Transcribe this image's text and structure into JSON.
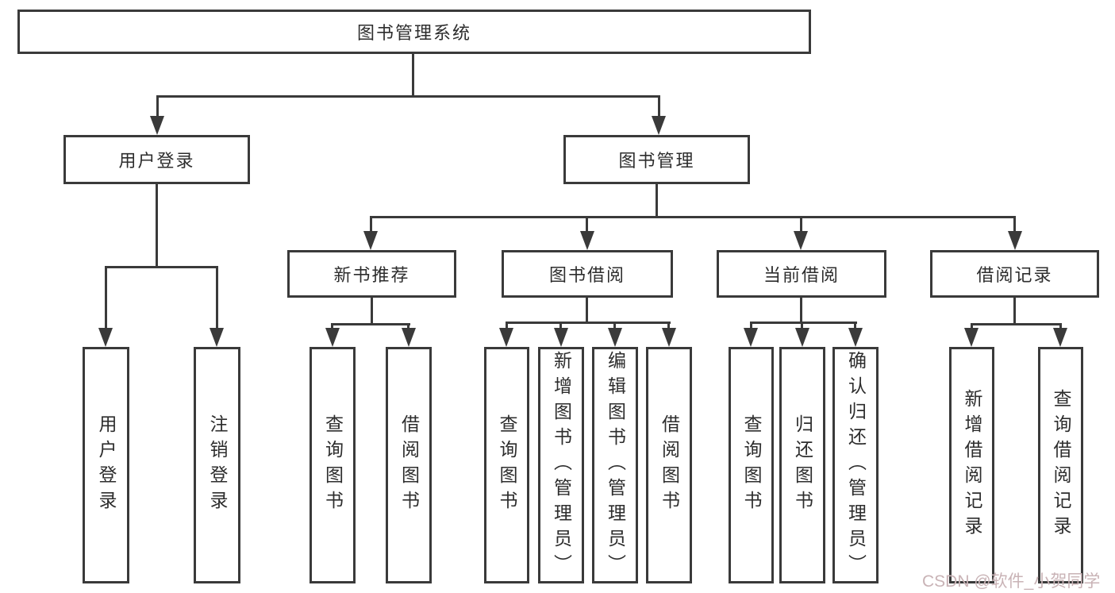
{
  "colors": {
    "line": "#3a3a3a",
    "text": "#2d2d2d",
    "watermark": "#c9b3b6",
    "background": "#ffffff"
  },
  "watermark": {
    "text": "CSDN @软件_小贺同学"
  },
  "tree": {
    "root": {
      "label": "图书管理系统",
      "children": [
        {
          "label": "用户登录",
          "children": [
            {
              "label": "用户登录"
            },
            {
              "label": "注销登录"
            }
          ]
        },
        {
          "label": "图书管理",
          "children": [
            {
              "label": "新书推荐",
              "children": [
                {
                  "label": "查询图书"
                },
                {
                  "label": "借阅图书"
                }
              ]
            },
            {
              "label": "图书借阅",
              "children": [
                {
                  "label": "查询图书"
                },
                {
                  "label": "新增图书（管理员）"
                },
                {
                  "label": "编辑图书（管理员）"
                },
                {
                  "label": "借阅图书"
                }
              ]
            },
            {
              "label": "当前借阅",
              "children": [
                {
                  "label": "查询图书"
                },
                {
                  "label": "归还图书"
                },
                {
                  "label": "确认归还（管理员）"
                }
              ]
            },
            {
              "label": "借阅记录",
              "children": [
                {
                  "label": "新增借阅记录"
                },
                {
                  "label": "查询借阅记录"
                }
              ]
            }
          ]
        }
      ]
    }
  }
}
